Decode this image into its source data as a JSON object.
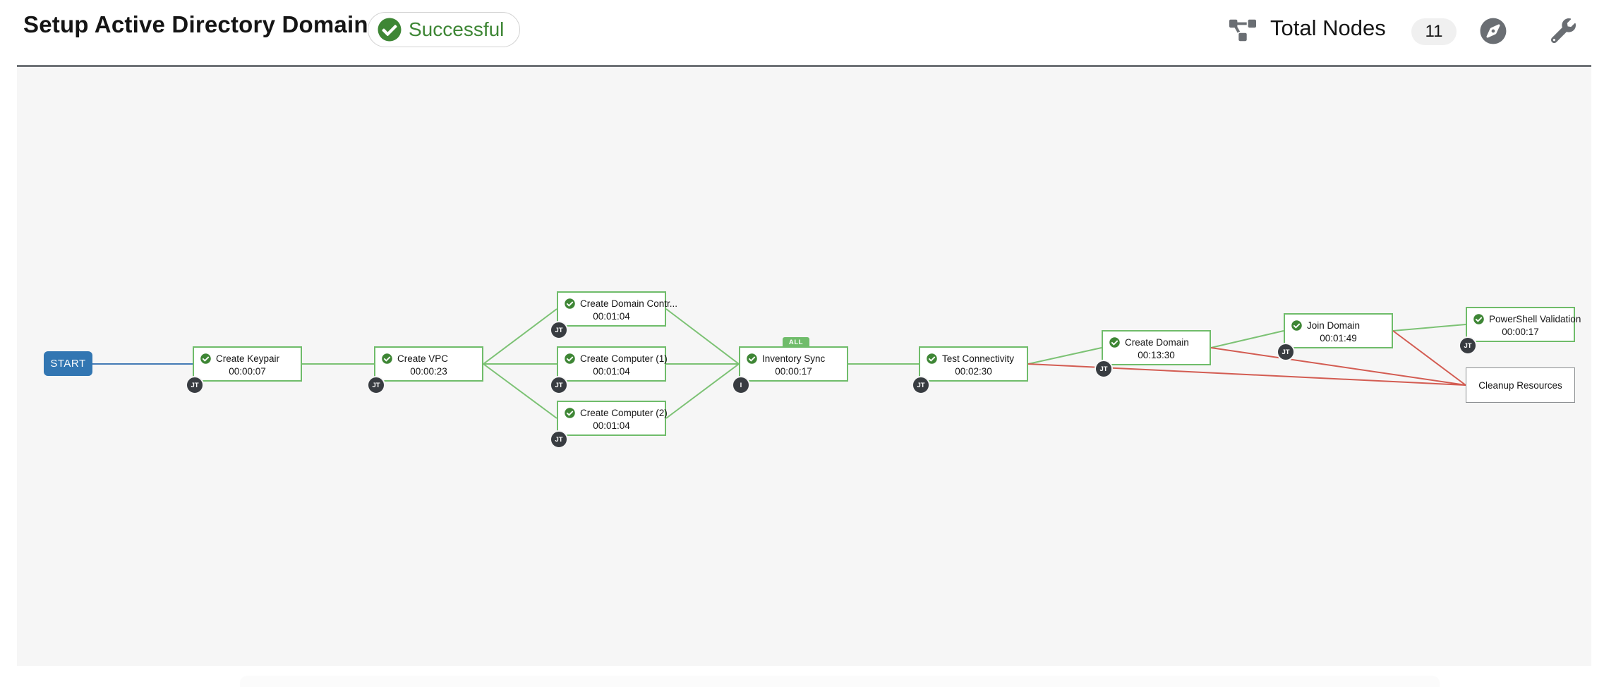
{
  "header": {
    "title": "Setup Active Directory Domain",
    "status_label": "Successful",
    "total_nodes_label": "Total Nodes",
    "total_nodes_count": "11"
  },
  "colors": {
    "success-green": "#3e8635",
    "node-green": "#6fbc6a",
    "link-green": "#7cc274",
    "link-red": "#d35c52",
    "start-blue": "#3276b2",
    "badge-dark": "#383c41",
    "icon-gray": "#6a6e73"
  },
  "workflow": {
    "start_label": "START",
    "nodes": [
      {
        "id": "create-keypair",
        "label": "Create Keypair",
        "elapsed": "00:00:07",
        "type_badge": "JT",
        "status": "success"
      },
      {
        "id": "create-vpc",
        "label": "Create VPC",
        "elapsed": "00:00:23",
        "type_badge": "JT",
        "status": "success"
      },
      {
        "id": "create-domain-controller",
        "label": "Create Domain Contr...",
        "elapsed": "00:01:04",
        "type_badge": "JT",
        "status": "success"
      },
      {
        "id": "create-computer-1",
        "label": "Create Computer (1)",
        "elapsed": "00:01:04",
        "type_badge": "JT",
        "status": "success"
      },
      {
        "id": "create-computer-2",
        "label": "Create Computer (2)",
        "elapsed": "00:01:04",
        "type_badge": "JT",
        "status": "success"
      },
      {
        "id": "inventory-sync",
        "label": "Inventory Sync",
        "elapsed": "00:00:17",
        "type_badge": "I",
        "status": "success",
        "convergence_badge": "ALL"
      },
      {
        "id": "test-connectivity",
        "label": "Test Connectivity",
        "elapsed": "00:02:30",
        "type_badge": "JT",
        "status": "success"
      },
      {
        "id": "create-domain",
        "label": "Create Domain",
        "elapsed": "00:13:30",
        "type_badge": "JT",
        "status": "success"
      },
      {
        "id": "join-domain",
        "label": "Join Domain",
        "elapsed": "00:01:49",
        "type_badge": "JT",
        "status": "success"
      },
      {
        "id": "powershell-validation",
        "label": "PowerShell Validation",
        "elapsed": "00:00:17",
        "type_badge": "JT",
        "status": "success"
      },
      {
        "id": "cleanup-resources",
        "label": "Cleanup Resources",
        "elapsed": "",
        "type_badge": "",
        "status": "plain"
      }
    ]
  }
}
